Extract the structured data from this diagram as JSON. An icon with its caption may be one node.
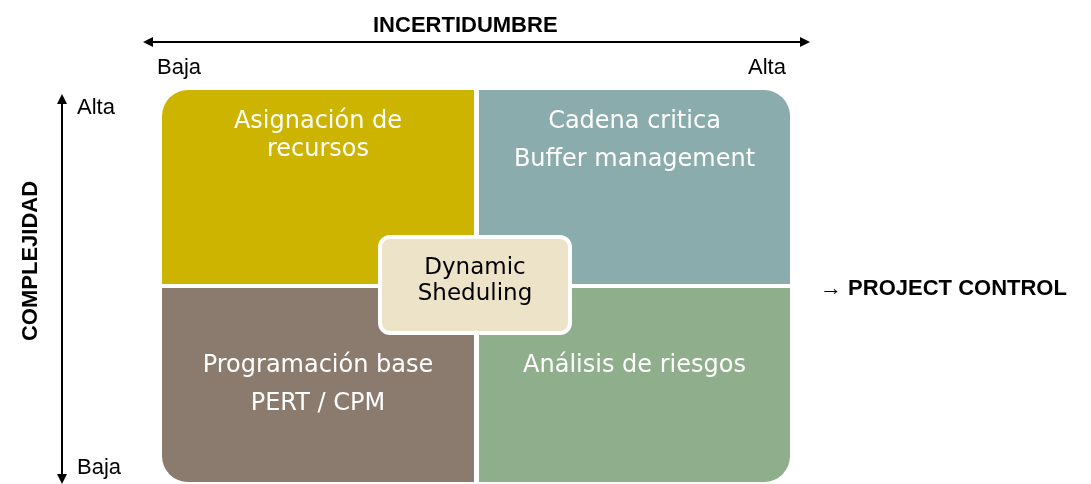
{
  "diagram": {
    "nodes": [
      {
        "text": [
          "Asignación de recursos"
        ]
      },
      {
        "text": [
          "Cadena critica",
          "Buffer management"
        ]
      },
      {
        "text": [
          "Dynamic Sheduling"
        ]
      },
      {
        "text": [
          "Programación base",
          "PERT / CPM"
        ]
      },
      {
        "text": [
          "Análisis de riesgos"
        ]
      }
    ],
    "edges": [],
    "labels": [
      "INCERTIDUMBRE",
      "Baja",
      "Alta",
      "Alta",
      "COMPLEJIDAD",
      "Baja",
      "→ PROJECT CONTROL"
    ]
  }
}
